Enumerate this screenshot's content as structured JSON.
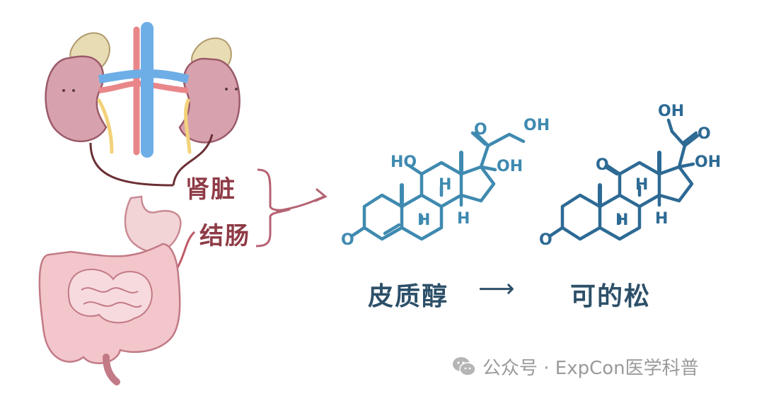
{
  "organs": {
    "kidney_label": "肾脏",
    "colon_label": "结肠",
    "label_color": "#8e3b46"
  },
  "molecules": {
    "first": {
      "name": "皮质醇",
      "groups": [
        "HO",
        "OH",
        "OH",
        "O",
        "O",
        "H",
        "H",
        "H"
      ]
    },
    "arrow": "⟶",
    "second": {
      "name": "可的松",
      "groups": [
        "OH",
        "OH",
        "O",
        "O",
        "O",
        "H",
        "H",
        "H"
      ]
    },
    "first_color": "#3f8ab0",
    "second_color": "#2d6a94"
  },
  "watermark": {
    "icon": "wechat-icon",
    "text": "公众号 · ExpCon医学科普"
  }
}
